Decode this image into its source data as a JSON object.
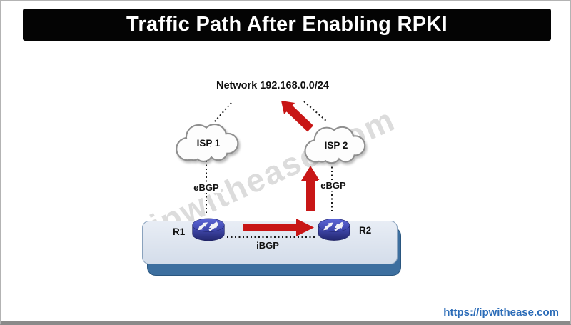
{
  "title": "Traffic Path After Enabling RPKI",
  "network": {
    "label": "Network 192.168.0.0/24"
  },
  "clouds": [
    {
      "label": "ISP 1"
    },
    {
      "label": "ISP 2"
    }
  ],
  "routers": [
    {
      "label": "R1"
    },
    {
      "label": "R2"
    }
  ],
  "links": {
    "ebgp_left": "eBGP",
    "ebgp_right": "eBGP",
    "ibgp": "iBGP"
  },
  "watermark": "ipwithease.com",
  "footer": {
    "url_text": "https://ipwithease.com"
  },
  "colors": {
    "traffic_arrow": "#c81616",
    "title_bg": "#040404",
    "title_text": "#ffffff",
    "platform_face": "#dce3ee",
    "platform_side": "#3d6f9f",
    "url_text": "#2b6cb8"
  }
}
